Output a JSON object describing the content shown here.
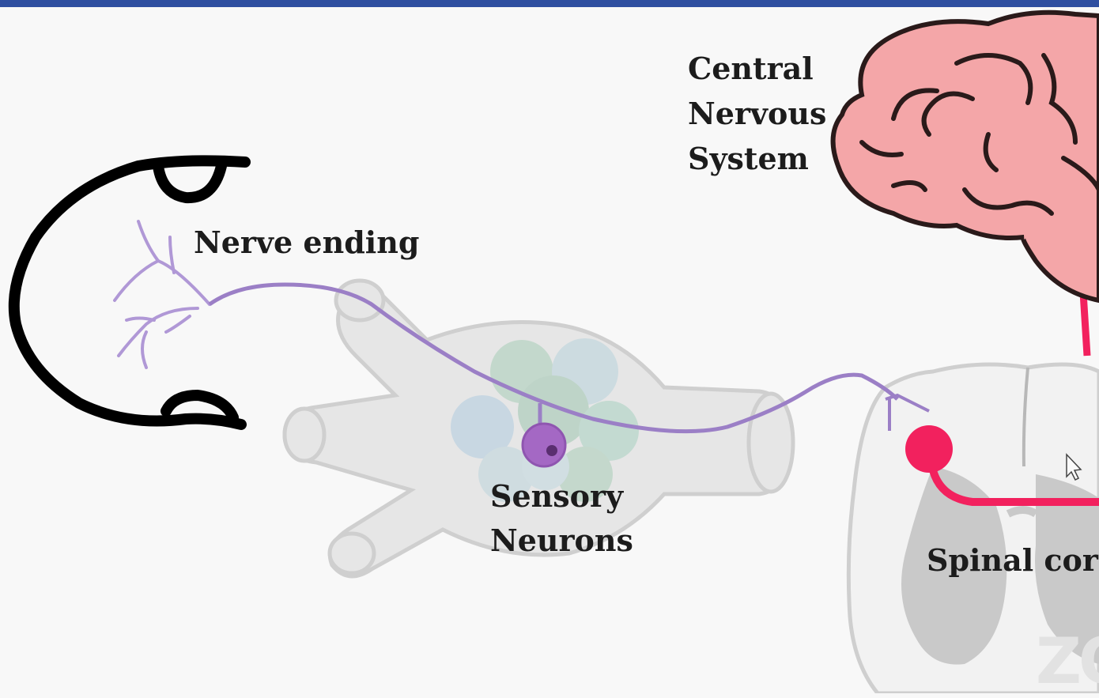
{
  "labels": {
    "central_nervous_system": [
      "Central",
      "Nervous",
      "System"
    ],
    "nerve_ending": "Nerve ending",
    "sensory_neurons": [
      "Sensory",
      "Neurons"
    ],
    "spinal_cord": "Spinal cor"
  },
  "watermark": "ZO",
  "colors": {
    "top_bar": "#2f4fa0",
    "brain": "#f4a6a8",
    "brain_outline": "#2a1a1a",
    "sensory_axon": "#9b7fc6",
    "sensory_soma": "#a468c4",
    "motor_neuron": "#f2215e",
    "ganglion": "#e6e6e6",
    "ganglion_outline": "#cfcfcf",
    "spinal_cord_gray": "#c9c9c9",
    "skin_outline": "#000000"
  }
}
